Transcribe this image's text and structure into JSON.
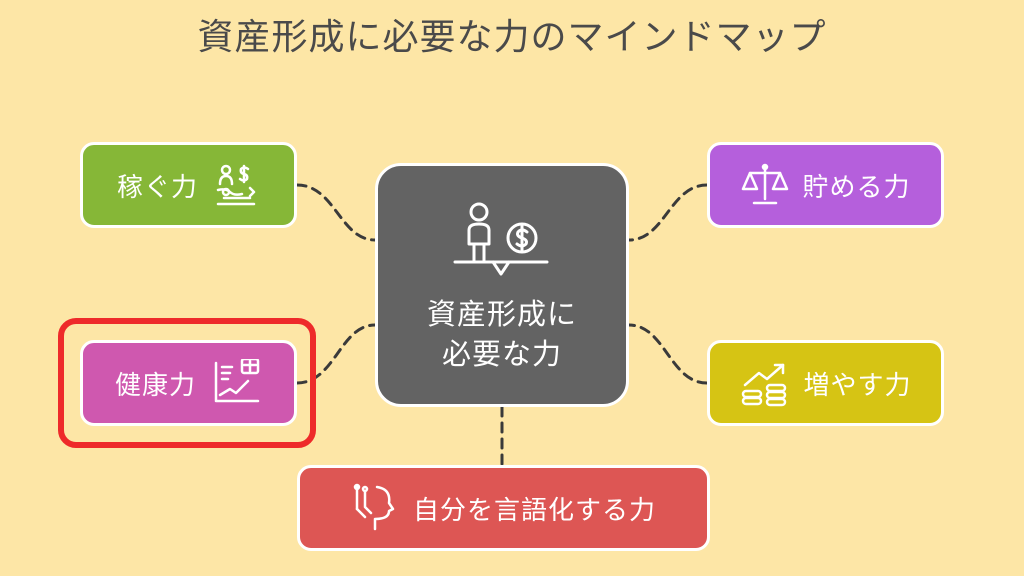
{
  "title": "資産形成に必要な力のマインドマップ",
  "center": {
    "line1": "資産形成に",
    "line2": "必要な力",
    "icon": "person-seesaw-coin-icon"
  },
  "branches": {
    "kasegu": {
      "label": "稼ぐ力",
      "icon": "people-money-icon",
      "color": "#86b737"
    },
    "kenkou": {
      "label": "健康力",
      "icon": "health-chart-plus-icon",
      "color": "#cf58af"
    },
    "tameru": {
      "label": "貯める力",
      "icon": "scale-balance-icon",
      "color": "#b55fdc"
    },
    "fuyasu": {
      "label": "増やす力",
      "icon": "growth-coins-icon",
      "color": "#d6c414"
    },
    "gengo": {
      "label": "自分を言語化する力",
      "icon": "head-thought-icon",
      "color": "#dd5654"
    }
  },
  "highlight": {
    "target": "健康力",
    "color": "#ee2a2a"
  }
}
